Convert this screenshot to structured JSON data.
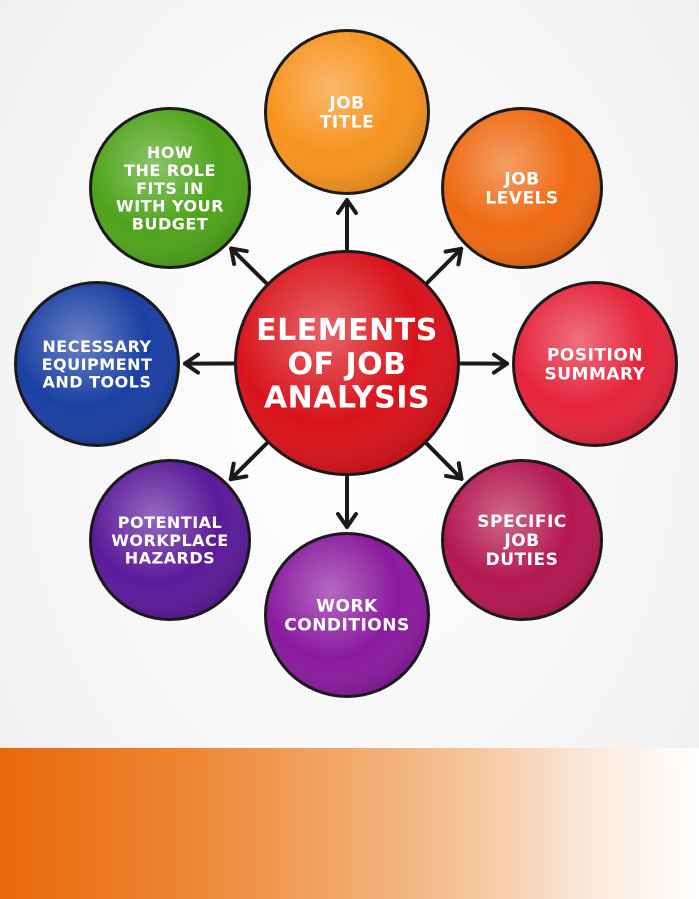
{
  "center": {
    "lines": [
      "ELEMENTS",
      "OF JOB",
      "ANALYSIS"
    ],
    "color": "#d9121a"
  },
  "nodes": [
    {
      "id": "job-title",
      "lines": [
        "JOB",
        "TITLE"
      ],
      "color": "#f7931e"
    },
    {
      "id": "job-levels",
      "lines": [
        "JOB",
        "LEVELS"
      ],
      "color": "#ef6a12"
    },
    {
      "id": "position-summary",
      "lines": [
        "POSITION",
        "SUMMARY"
      ],
      "color": "#e5243b"
    },
    {
      "id": "specific-job-duties",
      "lines": [
        "SPECIFIC",
        "JOB",
        "DUTIES"
      ],
      "color": "#b3174f"
    },
    {
      "id": "work-conditions",
      "lines": [
        "WORK",
        "CONDITIONS"
      ],
      "color": "#8a1a9e"
    },
    {
      "id": "potential-workplace-hazards",
      "lines": [
        "POTENTIAL",
        "WORKPLACE",
        "HAZARDS"
      ],
      "color": "#5b1a9a"
    },
    {
      "id": "necessary-equipment-and-tools",
      "lines": [
        "NECESSARY",
        "EQUIPMENT",
        "AND TOOLS"
      ],
      "color": "#1a3fa3"
    },
    {
      "id": "how-the-role-fits-in-with-your-budget",
      "lines": [
        "HOW",
        "THE ROLE",
        "FITS IN",
        "WITH YOUR",
        "BUDGET"
      ],
      "color": "#4fa31b"
    }
  ],
  "banner": {
    "color_start": "#e9680a",
    "color_end": "#ffffff"
  }
}
